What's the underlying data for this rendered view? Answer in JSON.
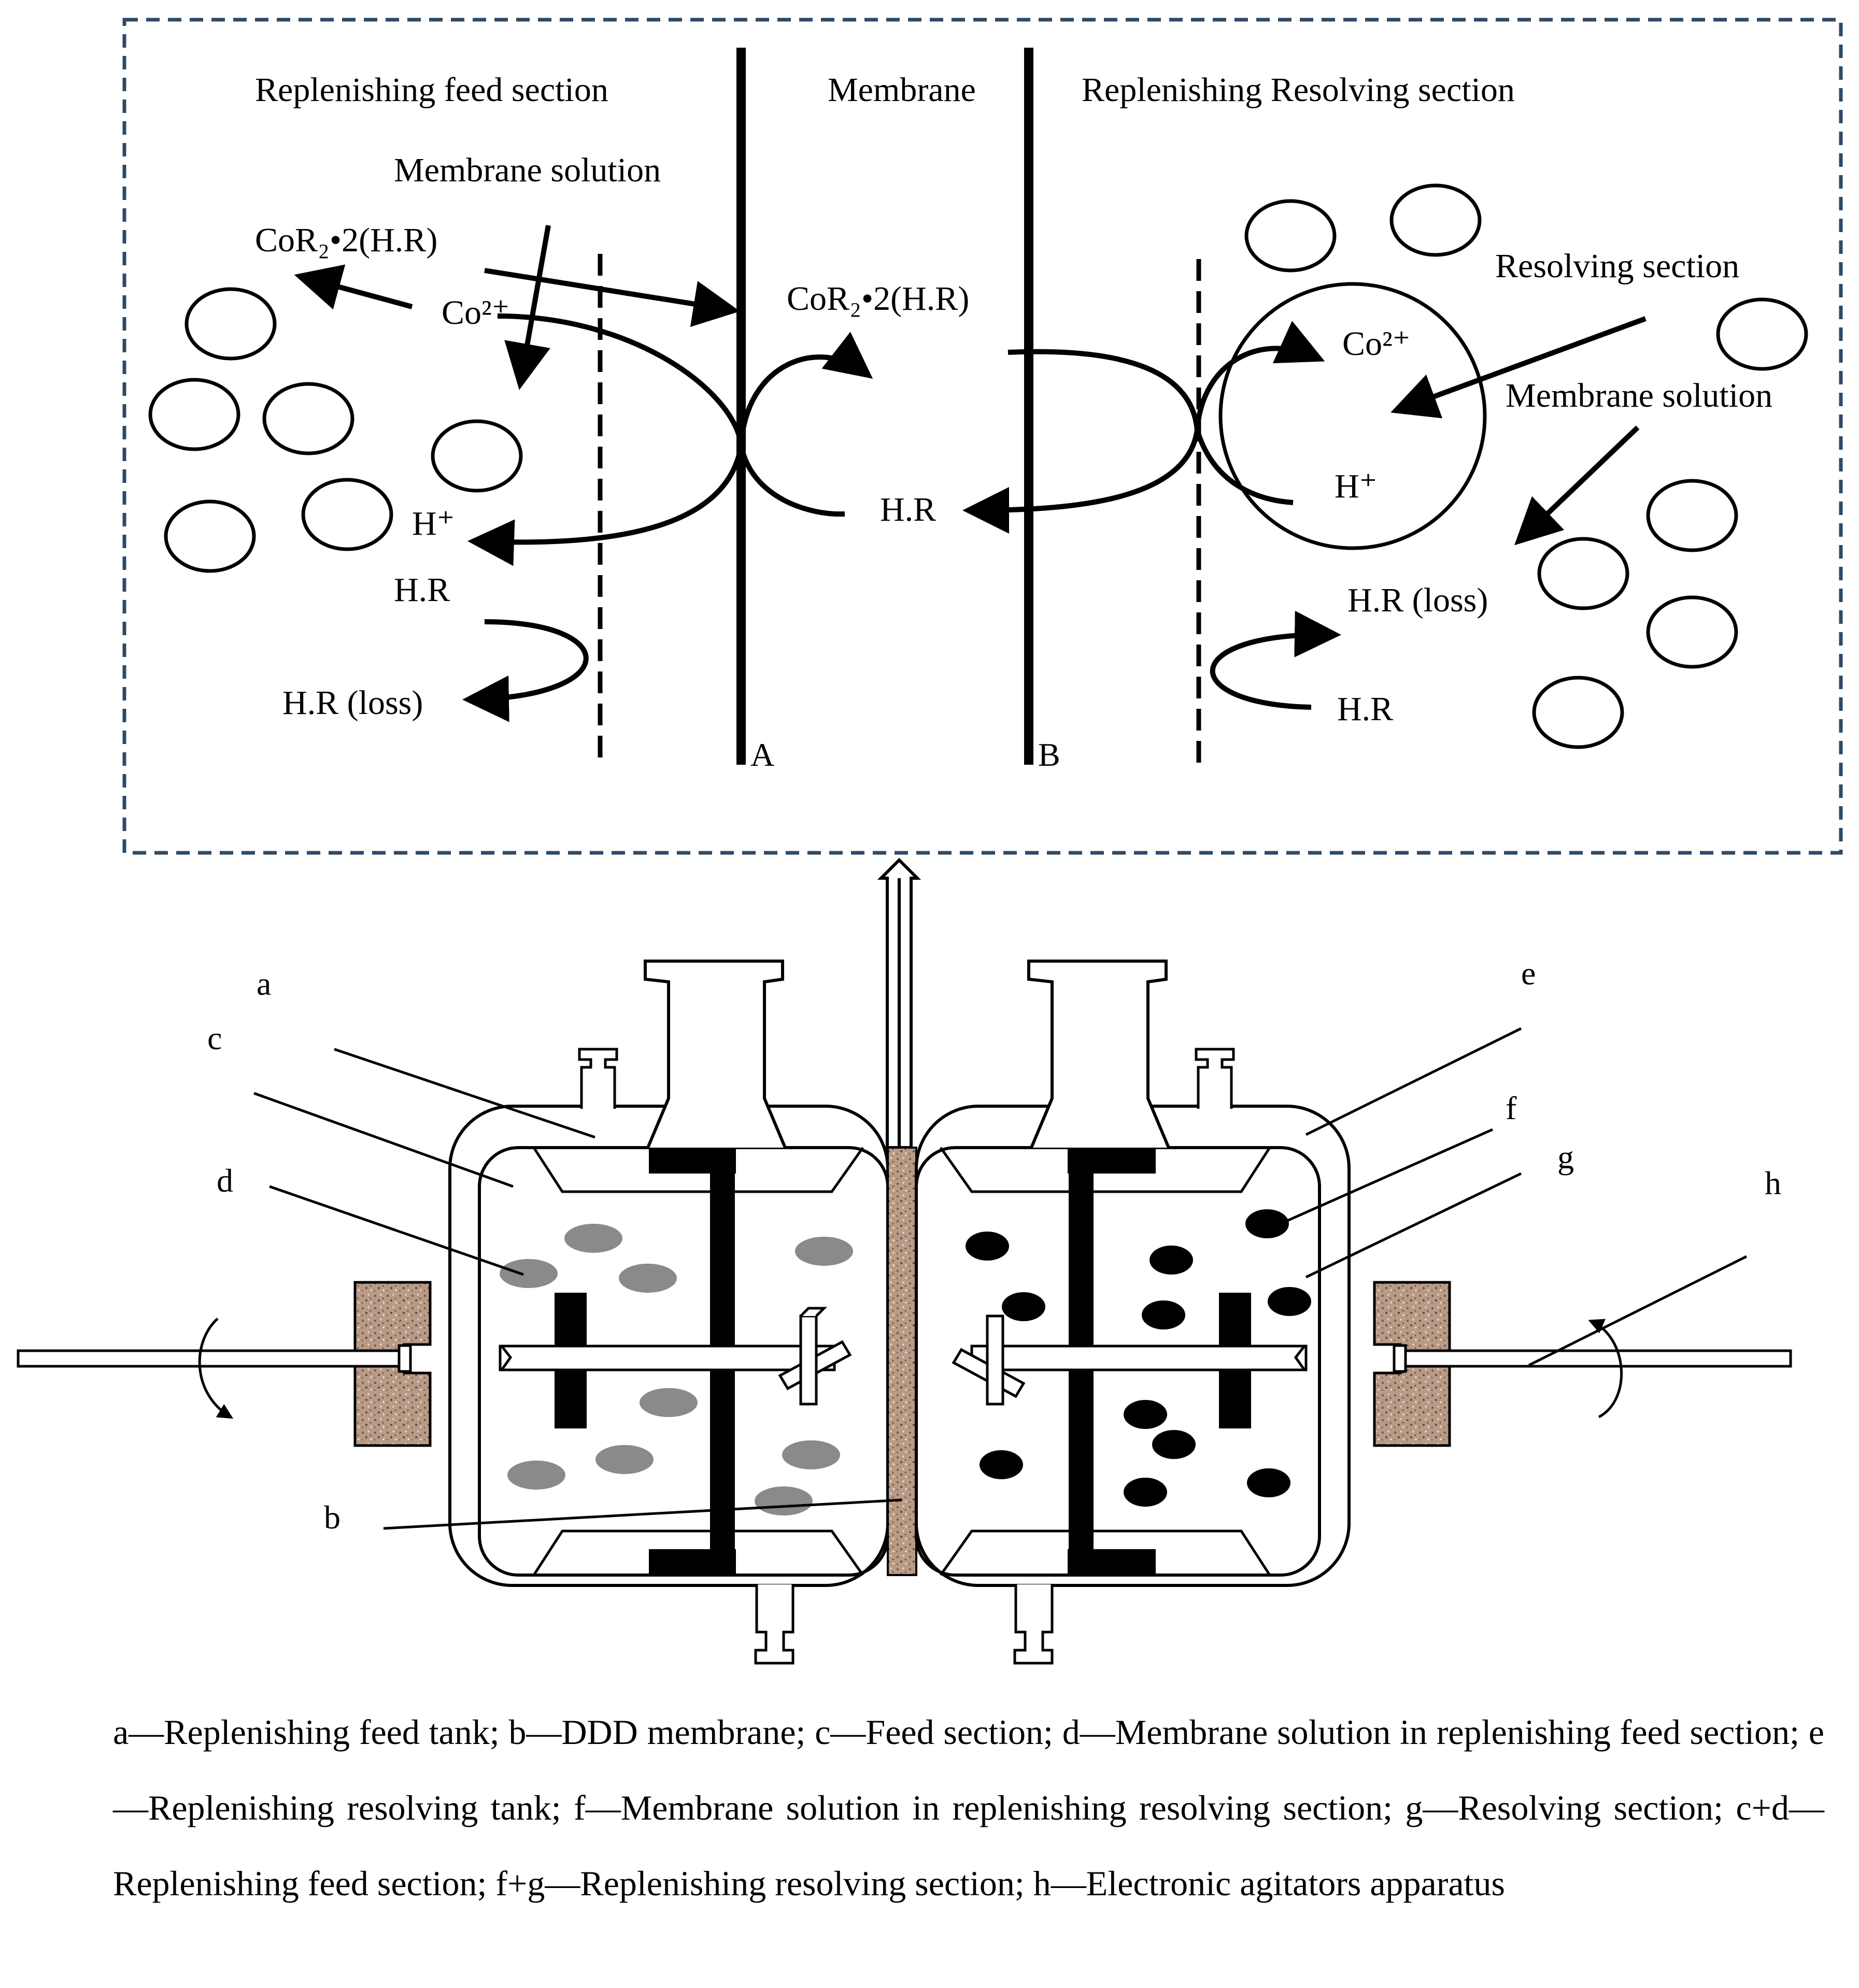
{
  "inset": {
    "feed_section_title": "Replenishing feed section",
    "membrane_title": "Membrane",
    "resolving_section_title": "Replenishing Resolving section",
    "left": {
      "membrane_solution": "Membrane solution",
      "complex": "CoR₂•2(H.R)",
      "cobalt_ion": "Co²⁺",
      "proton": "H⁺",
      "hr": "H.R",
      "hr_loss": "H.R (loss)"
    },
    "middle": {
      "complex": "CoR₂•2(H.R)",
      "hr": "H.R",
      "label_a": "A",
      "label_b": "B"
    },
    "right": {
      "resolving_section": "Resolving section",
      "membrane_solution": "Membrane solution",
      "cobalt_ion": "Co²⁺",
      "proton": "H⁺",
      "hr_loss": "H.R (loss)",
      "hr": "H.R"
    }
  },
  "apparatus_labels": {
    "a": "a",
    "b": "b",
    "c": "c",
    "d": "d",
    "e": "e",
    "f": "f",
    "g": "g",
    "h": "h"
  },
  "caption": "a—Replenishing feed tank; b—DDD membrane; c—Feed section; d—Membrane solution in replenishing feed section; e—Replenishing resolving tank; f—Membrane solution in replenishing resolving section; g—Resolving section; c+d—Replenishing feed section; f+g—Replenishing resolving section; h—Electronic agitators apparatus",
  "colors": {
    "frame_dash": "#2e4a66",
    "membrane_fill": "#b89a86",
    "feed_droplet": "#8a8a8a",
    "resolving_droplet": "#000000",
    "seal_fill": "#b89a86"
  }
}
